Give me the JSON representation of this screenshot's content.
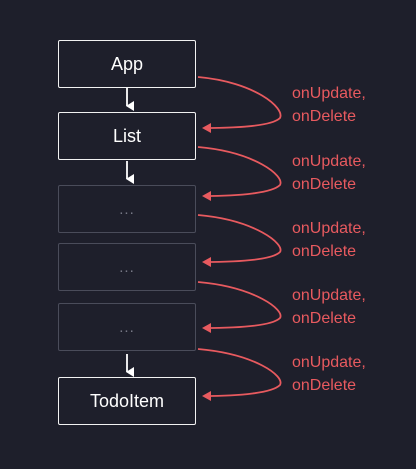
{
  "nodes": [
    {
      "id": "app",
      "label": "App",
      "style": "solid"
    },
    {
      "id": "list",
      "label": "List",
      "style": "solid"
    },
    {
      "id": "mid1",
      "label": "...",
      "style": "faded"
    },
    {
      "id": "mid2",
      "label": "...",
      "style": "faded"
    },
    {
      "id": "mid3",
      "label": "...",
      "style": "faded"
    },
    {
      "id": "todoitem",
      "label": "TodoItem",
      "style": "solid"
    }
  ],
  "prop_labels": [
    {
      "line1": "onUpdate,",
      "line2": "onDelete"
    },
    {
      "line1": "onUpdate,",
      "line2": "onDelete"
    },
    {
      "line1": "onUpdate,",
      "line2": "onDelete"
    },
    {
      "line1": "onUpdate,",
      "line2": "onDelete"
    },
    {
      "line1": "onUpdate,",
      "line2": "onDelete"
    }
  ],
  "colors": {
    "background": "#1e1f2b",
    "box_border": "#f2f2f2",
    "faded_border": "#4a4c5a",
    "prop_arrow": "#e85a5f",
    "down_arrow": "#ffffff"
  }
}
